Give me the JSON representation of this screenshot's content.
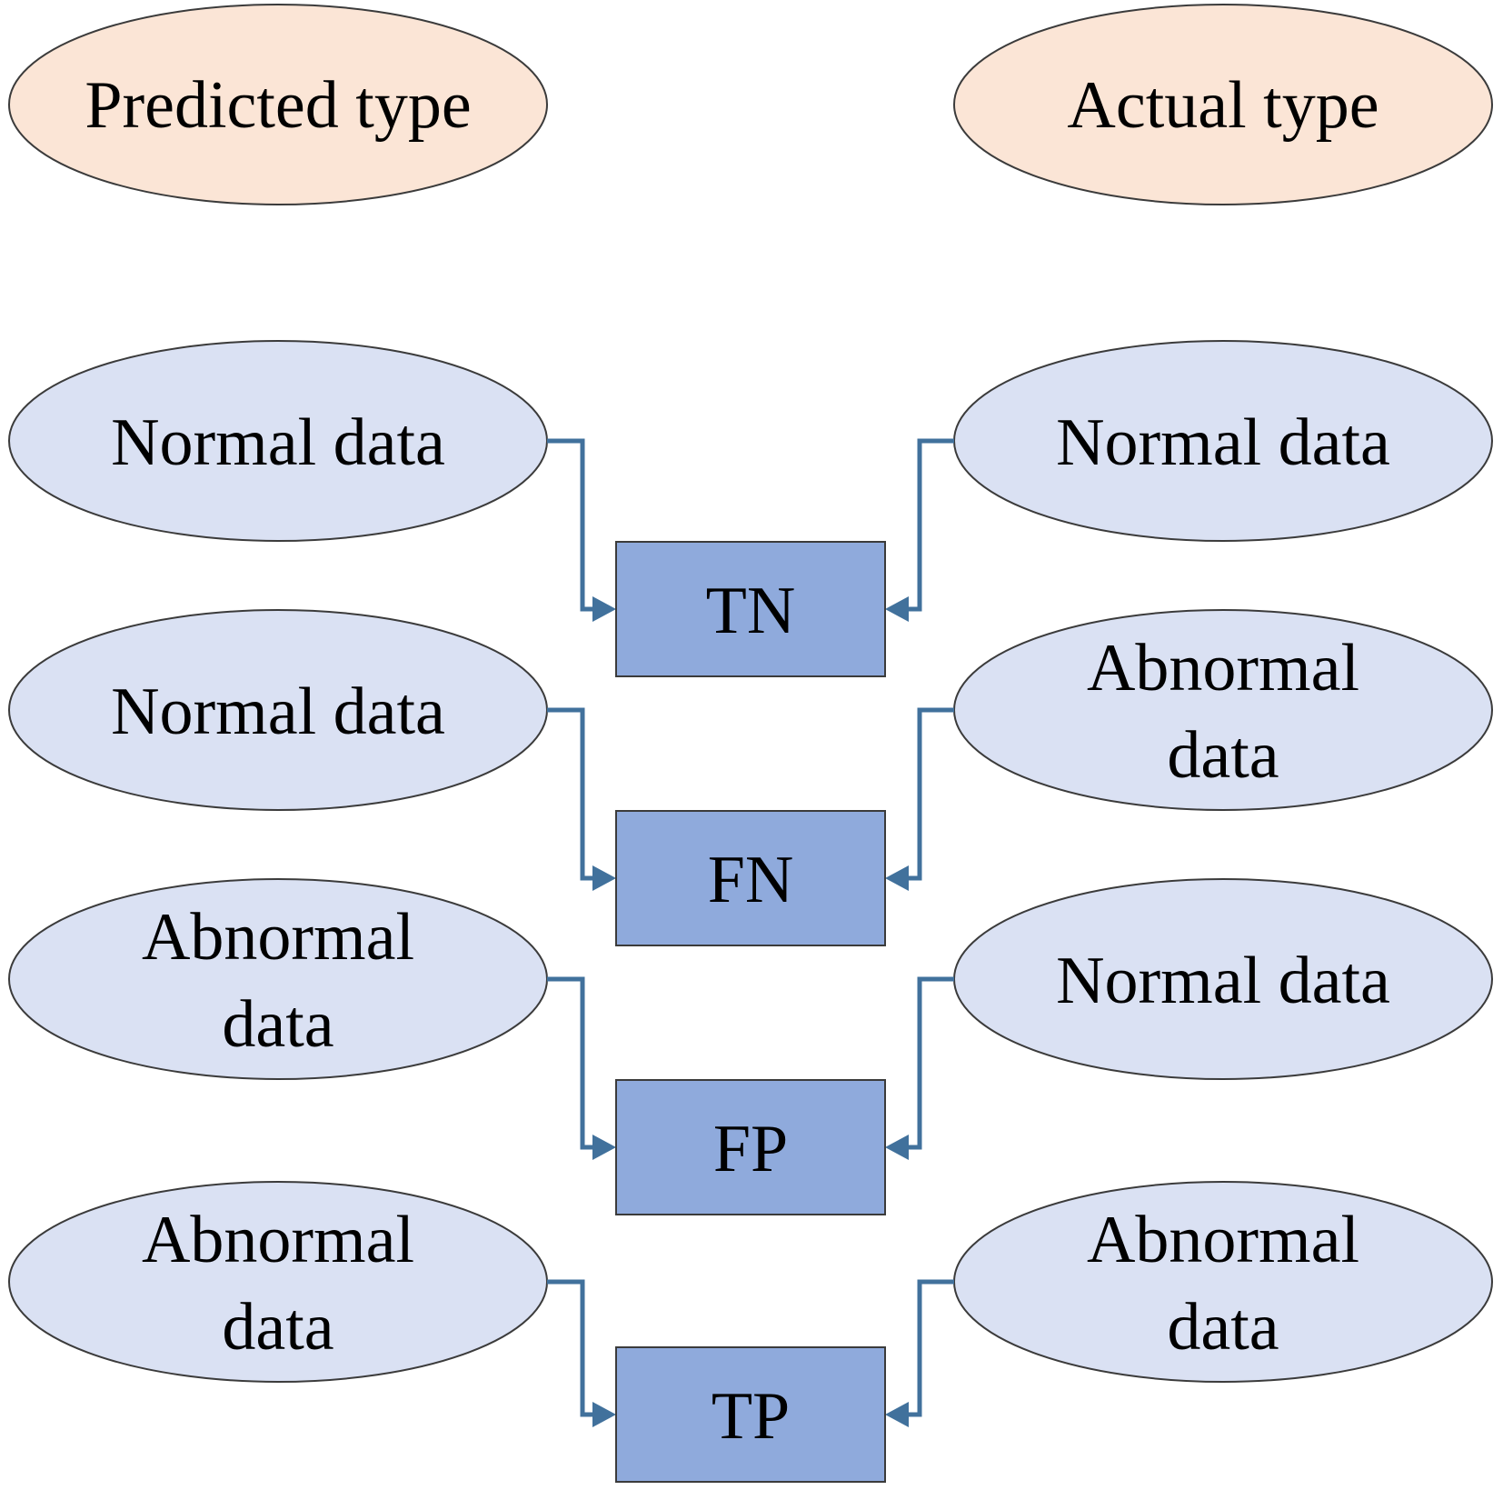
{
  "headers": {
    "predicted": "Predicted type",
    "actual": "Actual type"
  },
  "rows": [
    {
      "predicted": [
        "Normal data"
      ],
      "actual": [
        "Normal data"
      ],
      "result": "TN"
    },
    {
      "predicted": [
        "Normal data"
      ],
      "actual": [
        "Abnormal",
        "data"
      ],
      "result": "FN"
    },
    {
      "predicted": [
        "Abnormal",
        "data"
      ],
      "actual": [
        "Normal data"
      ],
      "result": "FP"
    },
    {
      "predicted": [
        "Abnormal",
        "data"
      ],
      "actual": [
        "Abnormal",
        "data"
      ],
      "result": "TP"
    }
  ],
  "colors": {
    "header_fill": "#fbe5d6",
    "data_fill": "#dae1f3",
    "box_fill": "#8faadc",
    "connector": "#41719c"
  }
}
